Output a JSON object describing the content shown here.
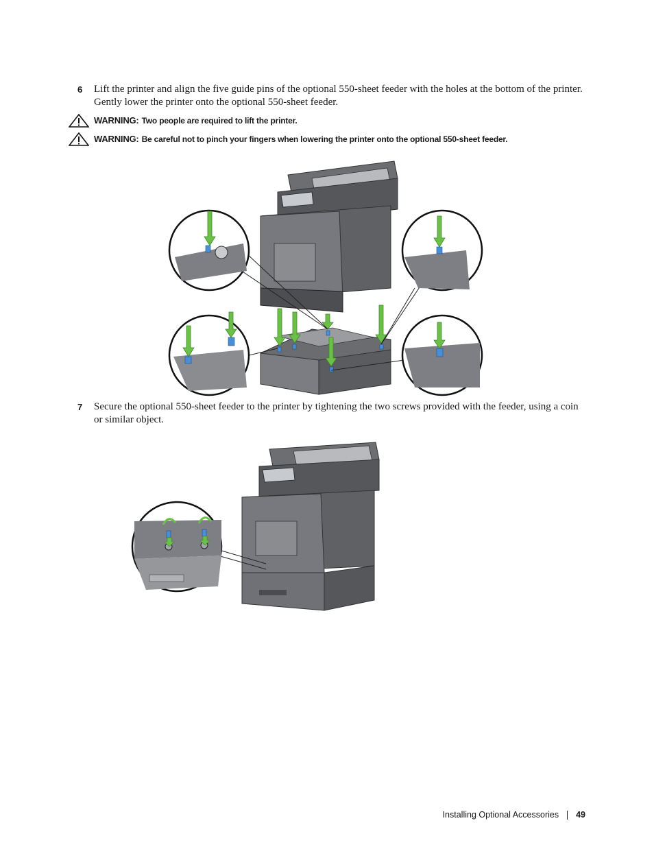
{
  "steps": [
    {
      "number": "6",
      "text": "Lift the printer and align the five guide pins of the optional 550-sheet feeder with the holes at the bottom of the printer. Gently lower the printer onto the optional 550-sheet feeder."
    },
    {
      "number": "7",
      "text": "Secure the optional 550-sheet feeder to the printer by tightening the two screws provided with the feeder, using a coin or similar object."
    }
  ],
  "warnings": [
    {
      "label": "WARNING:",
      "text": "Two people are required to lift the printer."
    },
    {
      "label": "WARNING:",
      "text": "Be careful not to pinch your fingers when lowering the printer onto the optional 550-sheet feeder."
    }
  ],
  "icons": {
    "warning": "warning-triangle-icon"
  },
  "colors": {
    "arrow": "#6cc04a",
    "pin": "#4a8fd6",
    "printer": "#6e7074"
  },
  "footer": {
    "section": "Installing Optional Accessories",
    "page": "49"
  }
}
